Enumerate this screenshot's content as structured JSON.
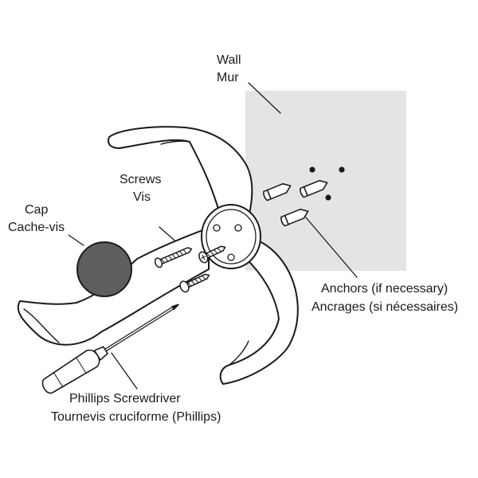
{
  "labels": {
    "wall": {
      "en": "Wall",
      "fr": "Mur"
    },
    "screws": {
      "en": "Screws",
      "fr": "Vis"
    },
    "cap": {
      "en": "Cap",
      "fr": "Cache-vis"
    },
    "anchors": {
      "en": "Anchors (if necessary)",
      "fr": "Ancrages (si nécessaires)"
    },
    "screwdriver": {
      "en": "Phillips Screwdriver",
      "fr": "Tournevis cruciforme (Phillips)"
    }
  },
  "colors": {
    "line": "#1a1a1a",
    "wall_fill": "#e4e4e6",
    "cap_fill": "#5e5e5e",
    "part_fill": "#ffffff"
  }
}
